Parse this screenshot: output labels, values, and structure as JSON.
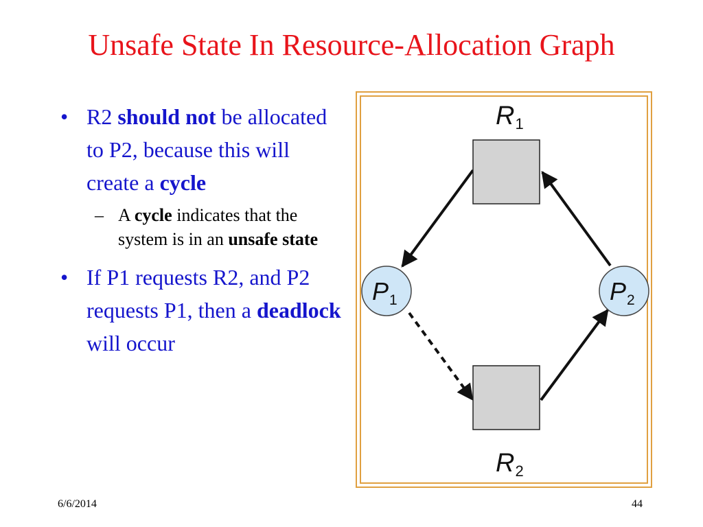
{
  "slide": {
    "title": "Unsafe State In Resource-Allocation Graph",
    "date": "6/6/2014",
    "page_number": "44"
  },
  "bullets": [
    {
      "marker": "•",
      "parts": [
        {
          "text": "R2 ",
          "bold": false
        },
        {
          "text": "should not",
          "bold": true
        },
        {
          "text": " be allocated to P2, because this will create a ",
          "bold": false
        },
        {
          "text": "cycle",
          "bold": true
        }
      ],
      "sub": [
        {
          "marker": "–",
          "parts": [
            {
              "text": "A ",
              "bold": false
            },
            {
              "text": "cycle",
              "bold": true
            },
            {
              "text": " indicates that the system is in an ",
              "bold": false
            },
            {
              "text": "unsafe state",
              "bold": true
            }
          ]
        }
      ]
    },
    {
      "marker": "•",
      "parts": [
        {
          "text": "If P1 requests R2, and P2 requests P1, then a ",
          "bold": false
        },
        {
          "text": "deadlock",
          "bold": true
        },
        {
          "text": " will occur",
          "bold": false
        }
      ]
    }
  ],
  "diagram": {
    "colors": {
      "frame": "#e0a040",
      "resource_fill": "#d3d3d3",
      "process_fill": "#cfe6f7",
      "edge": "#111111"
    },
    "resources": [
      {
        "id": "R1",
        "letter": "R",
        "subscript": "1"
      },
      {
        "id": "R2",
        "letter": "R",
        "subscript": "2"
      }
    ],
    "processes": [
      {
        "id": "P1",
        "letter": "P",
        "subscript": "1"
      },
      {
        "id": "P2",
        "letter": "P",
        "subscript": "2"
      }
    ],
    "edges": [
      {
        "from": "R1",
        "to": "P1",
        "style": "solid",
        "kind": "assignment"
      },
      {
        "from": "P2",
        "to": "R1",
        "style": "solid",
        "kind": "request"
      },
      {
        "from": "P1",
        "to": "R2",
        "style": "dashed",
        "kind": "claim"
      },
      {
        "from": "R2",
        "to": "P2",
        "style": "solid",
        "kind": "assignment"
      }
    ]
  }
}
